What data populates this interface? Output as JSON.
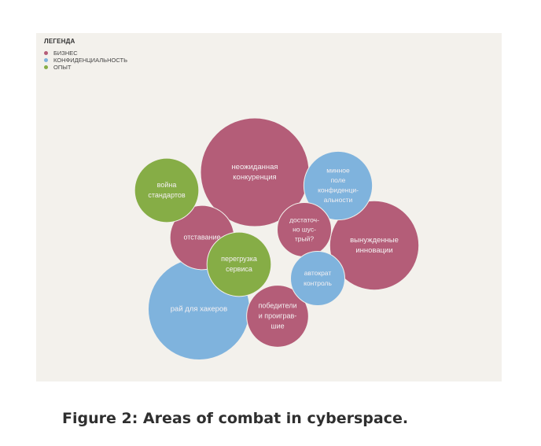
{
  "chart_data": {
    "type": "bubble",
    "legend": {
      "title": "ЛЕГЕНДА",
      "placement": "top-left",
      "entries": [
        {
          "name": "БИЗНЕС",
          "color": "#b45d78"
        },
        {
          "name": "КОНФИДЕНЦИАЛЬНОСТЬ",
          "color": "#7fb3dd"
        },
        {
          "name": "ОПЫТ",
          "color": "#86ad46"
        }
      ]
    },
    "bubbles": [
      {
        "label": [
          "неожиданная",
          "конкуренция"
        ],
        "category": "БИЗНЕС",
        "size": 4.0
      },
      {
        "label": [
          "рай для хакеров"
        ],
        "category": "КОНФИДЕНЦИАЛЬНОСТЬ",
        "size": 3.5
      },
      {
        "label": [
          "вынужденные",
          "инновации"
        ],
        "category": "БИЗНЕС",
        "size": 2.7
      },
      {
        "label": [
          "минное",
          "поле",
          "конфиденци-",
          "альности"
        ],
        "category": "КОНФИДЕНЦИАЛЬНОСТЬ",
        "size": 1.6
      },
      {
        "label": [
          "отставание"
        ],
        "category": "БИЗНЕС",
        "size": 1.4
      },
      {
        "label": [
          "война",
          "стандартов"
        ],
        "category": "ОПЫТ",
        "size": 1.4
      },
      {
        "label": [
          "перегрузка",
          "сервиса"
        ],
        "category": "ОПЫТ",
        "size": 1.4
      },
      {
        "label": [
          "победители",
          "и проиграв-",
          "шие"
        ],
        "category": "БИЗНЕС",
        "size": 1.3
      },
      {
        "label": [
          "достаточ-",
          "но шус-",
          "трый?"
        ],
        "category": "БИЗНЕС",
        "size": 1.0
      },
      {
        "label": [
          "автократ",
          "контроль"
        ],
        "category": "КОНФИДЕНЦИАЛЬНОСТЬ",
        "size": 1.0
      }
    ]
  },
  "caption": "Figure 2: Areas of combat in cyberspace."
}
